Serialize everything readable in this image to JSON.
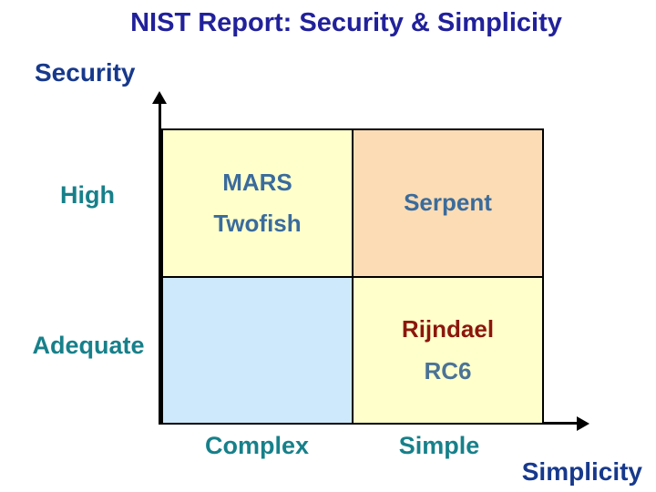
{
  "slide": {
    "title": "NIST Report: Security & Simplicity"
  },
  "axes": {
    "y": {
      "label": "Security",
      "ticks": [
        "High",
        "Adequate"
      ]
    },
    "x": {
      "label": "Simplicity",
      "ticks": [
        "Complex",
        "Simple"
      ]
    }
  },
  "quadrants": {
    "top_left": {
      "items": [
        "MARS",
        "Twofish"
      ],
      "bg": "#FFFFCC"
    },
    "top_right": {
      "items": [
        "Serpent"
      ],
      "bg": "#FCDCB4"
    },
    "bottom_left": {
      "items": [],
      "bg": "#CDE9FB"
    },
    "bottom_right": {
      "items": [
        "Rijndael",
        "RC6"
      ],
      "bg": "#FFFFCC"
    }
  },
  "colors": {
    "title_navy": "#21219B",
    "axis_label_navy": "#17398C",
    "tick_teal": "#17808A",
    "cipher_steel_blue": "#3A6B9C",
    "rijndael_maroon": "#8B170C",
    "rc6_steel": "#4C7396",
    "axis_black": "#000000",
    "background": "#FFFFFF"
  },
  "chart_data": {
    "type": "quadrant-matrix",
    "title": "NIST Report: Security & Simplicity",
    "x_axis": {
      "label": "Simplicity",
      "categories": [
        "Complex",
        "Simple"
      ]
    },
    "y_axis": {
      "label": "Security",
      "categories": [
        "Adequate",
        "High"
      ]
    },
    "points": [
      {
        "name": "MARS",
        "x": "Complex",
        "y": "High"
      },
      {
        "name": "Twofish",
        "x": "Complex",
        "y": "High"
      },
      {
        "name": "Serpent",
        "x": "Simple",
        "y": "High"
      },
      {
        "name": "Rijndael",
        "x": "Simple",
        "y": "Adequate"
      },
      {
        "name": "RC6",
        "x": "Simple",
        "y": "Adequate"
      }
    ]
  }
}
